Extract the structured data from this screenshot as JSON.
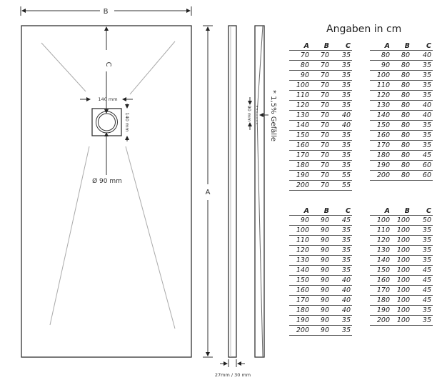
{
  "title": "Angaben in cm",
  "drawing": {
    "label_a": "A",
    "label_b": "B",
    "label_c": "C",
    "drain_width": "140 mm",
    "drain_height": "140 mm",
    "drain_diameter": "Ø 90 mm",
    "profile_depth": "90 mm",
    "slope": "* 1,5% Gefälle",
    "thickness": "27mm / 30 mm"
  },
  "table_headers": [
    "A",
    "B",
    "C"
  ],
  "tables": [
    [
      [
        70,
        70,
        35
      ],
      [
        80,
        70,
        35
      ],
      [
        90,
        70,
        35
      ],
      [
        100,
        70,
        35
      ],
      [
        110,
        70,
        35
      ],
      [
        120,
        70,
        35
      ],
      [
        130,
        70,
        40
      ],
      [
        140,
        70,
        40
      ],
      [
        150,
        70,
        35
      ],
      [
        160,
        70,
        35
      ],
      [
        170,
        70,
        35
      ],
      [
        180,
        70,
        35
      ],
      [
        190,
        70,
        55
      ],
      [
        200,
        70,
        55
      ]
    ],
    [
      [
        80,
        80,
        40
      ],
      [
        90,
        80,
        35
      ],
      [
        100,
        80,
        35
      ],
      [
        110,
        80,
        35
      ],
      [
        120,
        80,
        35
      ],
      [
        130,
        80,
        40
      ],
      [
        140,
        80,
        40
      ],
      [
        150,
        80,
        35
      ],
      [
        160,
        80,
        35
      ],
      [
        170,
        80,
        35
      ],
      [
        180,
        80,
        45
      ],
      [
        190,
        80,
        60
      ],
      [
        200,
        80,
        60
      ]
    ],
    [
      [
        90,
        90,
        45
      ],
      [
        100,
        90,
        35
      ],
      [
        110,
        90,
        35
      ],
      [
        120,
        90,
        35
      ],
      [
        130,
        90,
        35
      ],
      [
        140,
        90,
        35
      ],
      [
        150,
        90,
        40
      ],
      [
        160,
        90,
        40
      ],
      [
        170,
        90,
        40
      ],
      [
        180,
        90,
        40
      ],
      [
        190,
        90,
        35
      ],
      [
        200,
        90,
        35
      ]
    ],
    [
      [
        100,
        100,
        50
      ],
      [
        110,
        100,
        35
      ],
      [
        120,
        100,
        35
      ],
      [
        130,
        100,
        35
      ],
      [
        140,
        100,
        35
      ],
      [
        150,
        100,
        45
      ],
      [
        160,
        100,
        45
      ],
      [
        170,
        100,
        45
      ],
      [
        180,
        100,
        45
      ],
      [
        190,
        100,
        35
      ],
      [
        200,
        100,
        35
      ]
    ]
  ]
}
